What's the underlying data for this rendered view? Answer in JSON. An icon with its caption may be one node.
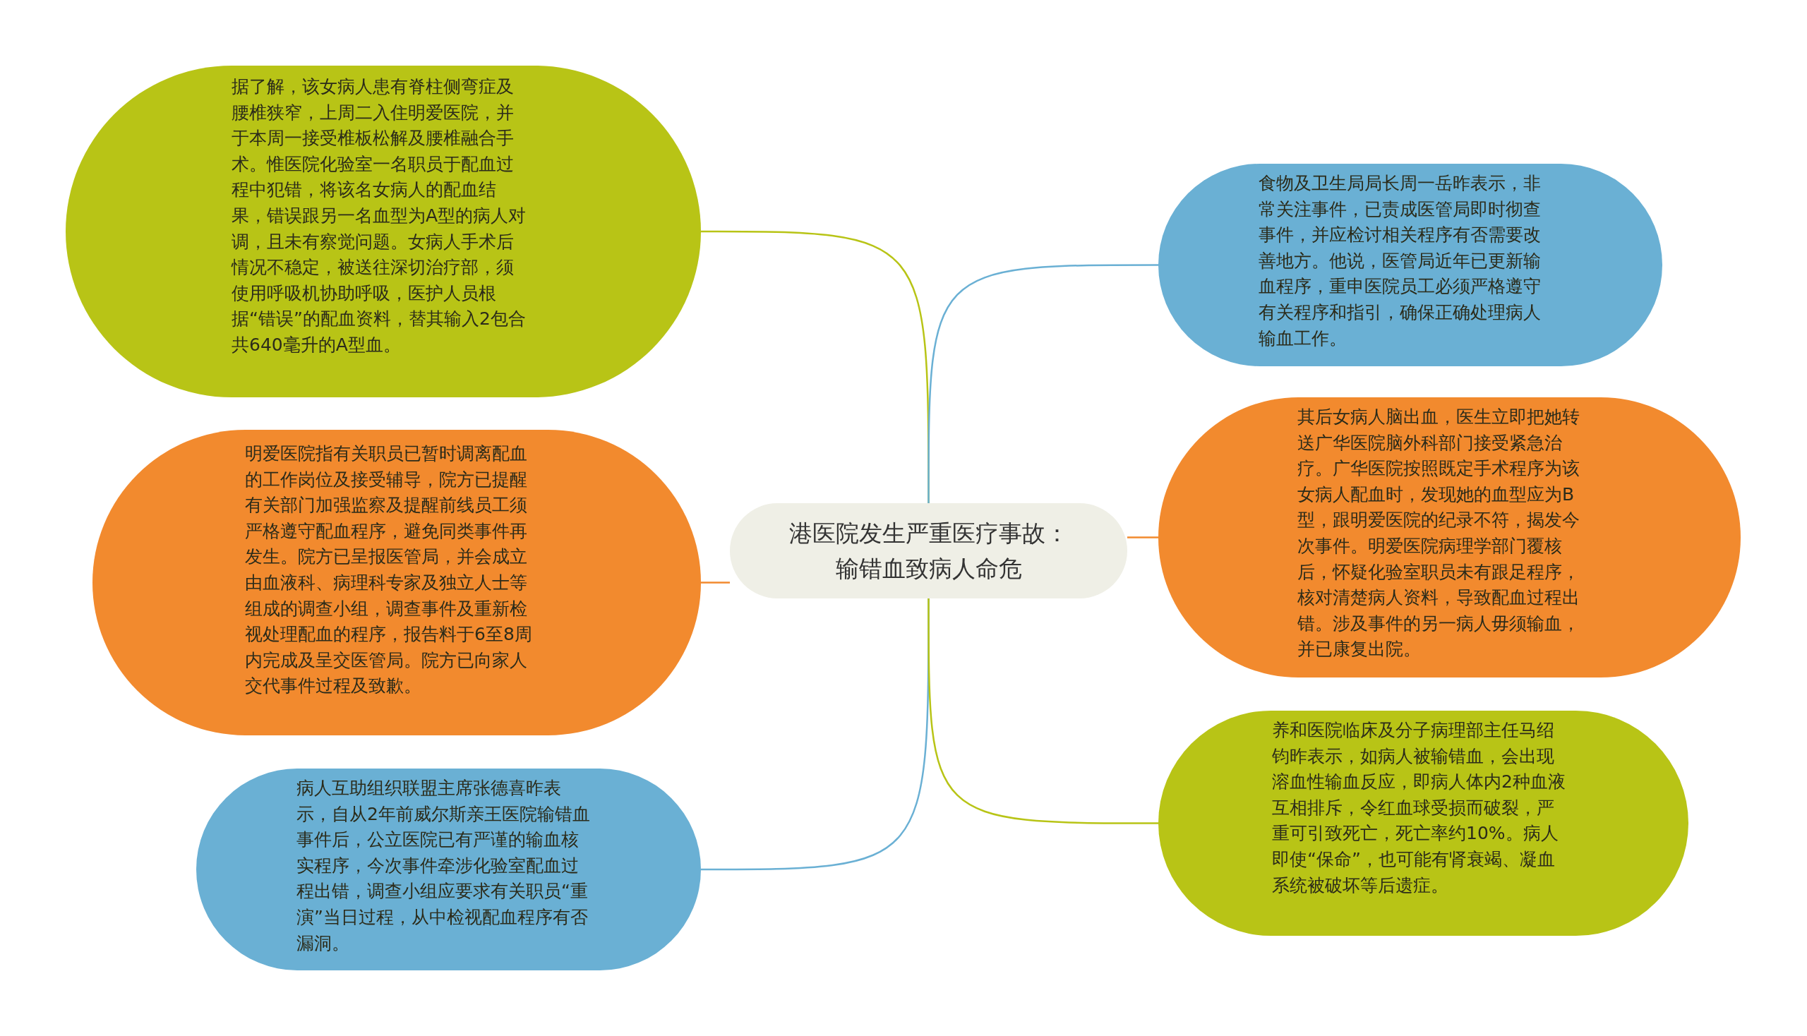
{
  "diagram": {
    "nodes": [
      {
        "text": [
          "港医院发生严重医疗事故：输错血致病人命危"
        ]
      },
      {
        "text": [
          "据了解，该女病人患有脊柱侧弯症及腰椎狭窄，上周二入住明爱医院，并于本周一接受椎板松解及腰椎融合手术。惟医院化验室一名职员于配血过程中犯错，将该名女病人的配血结果，错误跟另一名血型为A型的病人对调，且未有察觉问题。女病人手术后情况不稳定，被送往深切治疗部，须使用呼吸机协助呼吸，医护人员根据“错误”的配血资料，替其输入2包合共640毫升的A型血。"
        ]
      },
      {
        "text": [
          "明爱医院指有关职员已暂时调离配血的工作岗位及接受辅导，院方已提醒有关部门加强监察及提醒前线员工须严格遵守配血程序，避免同类事件再发生。院方已呈报医管局，并会成立由血液科、病理科专家及独立人士等组成的调查小组，调查事件及重新检视处理配血的程序，报告料于6至8周内完成及呈交医管局。院方已向家人交代事件过程及致歉。"
        ]
      },
      {
        "text": [
          "病人互助组织联盟主席张德喜昨表示，自从2年前威尔斯亲王医院输错血事件后，公立医院已有严谨的输血核实程序，今次事件牵涉化验室配血过程出错，调查小组应要求有关职员“重演”当日过程，从中检视配血程序有否漏洞。"
        ]
      },
      {
        "text": [
          "食物及卫生局局长周一岳昨表示，非常关注事件，已责成医管局即时彻查事件，并应检讨相关程序有否需要改善地方。他说，医管局近年已更新输血程序，重申医院员工必须严格遵守有关程序和指引，确保正确处理病人输血工作。"
        ]
      },
      {
        "text": [
          "其后女病人脑出血，医生立即把她转送广华医院脑外科部门接受紧急治疗。广华医院按照既定手术程序为该女病人配血时，发现她的血型应为B型，跟明爱医院的纪录不符，揭发今次事件。明爱医院病理学部门覆核后，怀疑化验室职员未有跟足程序，核对清楚病人资料，导致配血过程出错。涉及事件的另一病人毋须输血，并已康复出院。"
        ]
      },
      {
        "text": [
          "养和医院临床及分子病理部主任马绍钧昨表示，如病人被输错血，会出现溶血性输血反应，即病人体内2种血液互相排斥，令红血球受损而破裂，严重可引致死亡，死亡率约10%。病人即使“保命”，也可能有肾衰竭、凝血系统被破坏等后遗症。"
        ]
      }
    ],
    "edges": [
      {
        "from": 0,
        "to": 1,
        "arrow": "none",
        "color": "#b8c416"
      },
      {
        "from": 0,
        "to": 2,
        "arrow": "none",
        "color": "#f28a2e"
      },
      {
        "from": 0,
        "to": 3,
        "arrow": "none",
        "color": "#6ab0d4"
      },
      {
        "from": 0,
        "to": 4,
        "arrow": "none",
        "color": "#6ab0d4"
      },
      {
        "from": 0,
        "to": 5,
        "arrow": "none",
        "color": "#f28a2e"
      },
      {
        "from": 0,
        "to": 6,
        "arrow": "none",
        "color": "#b8c416"
      }
    ]
  }
}
